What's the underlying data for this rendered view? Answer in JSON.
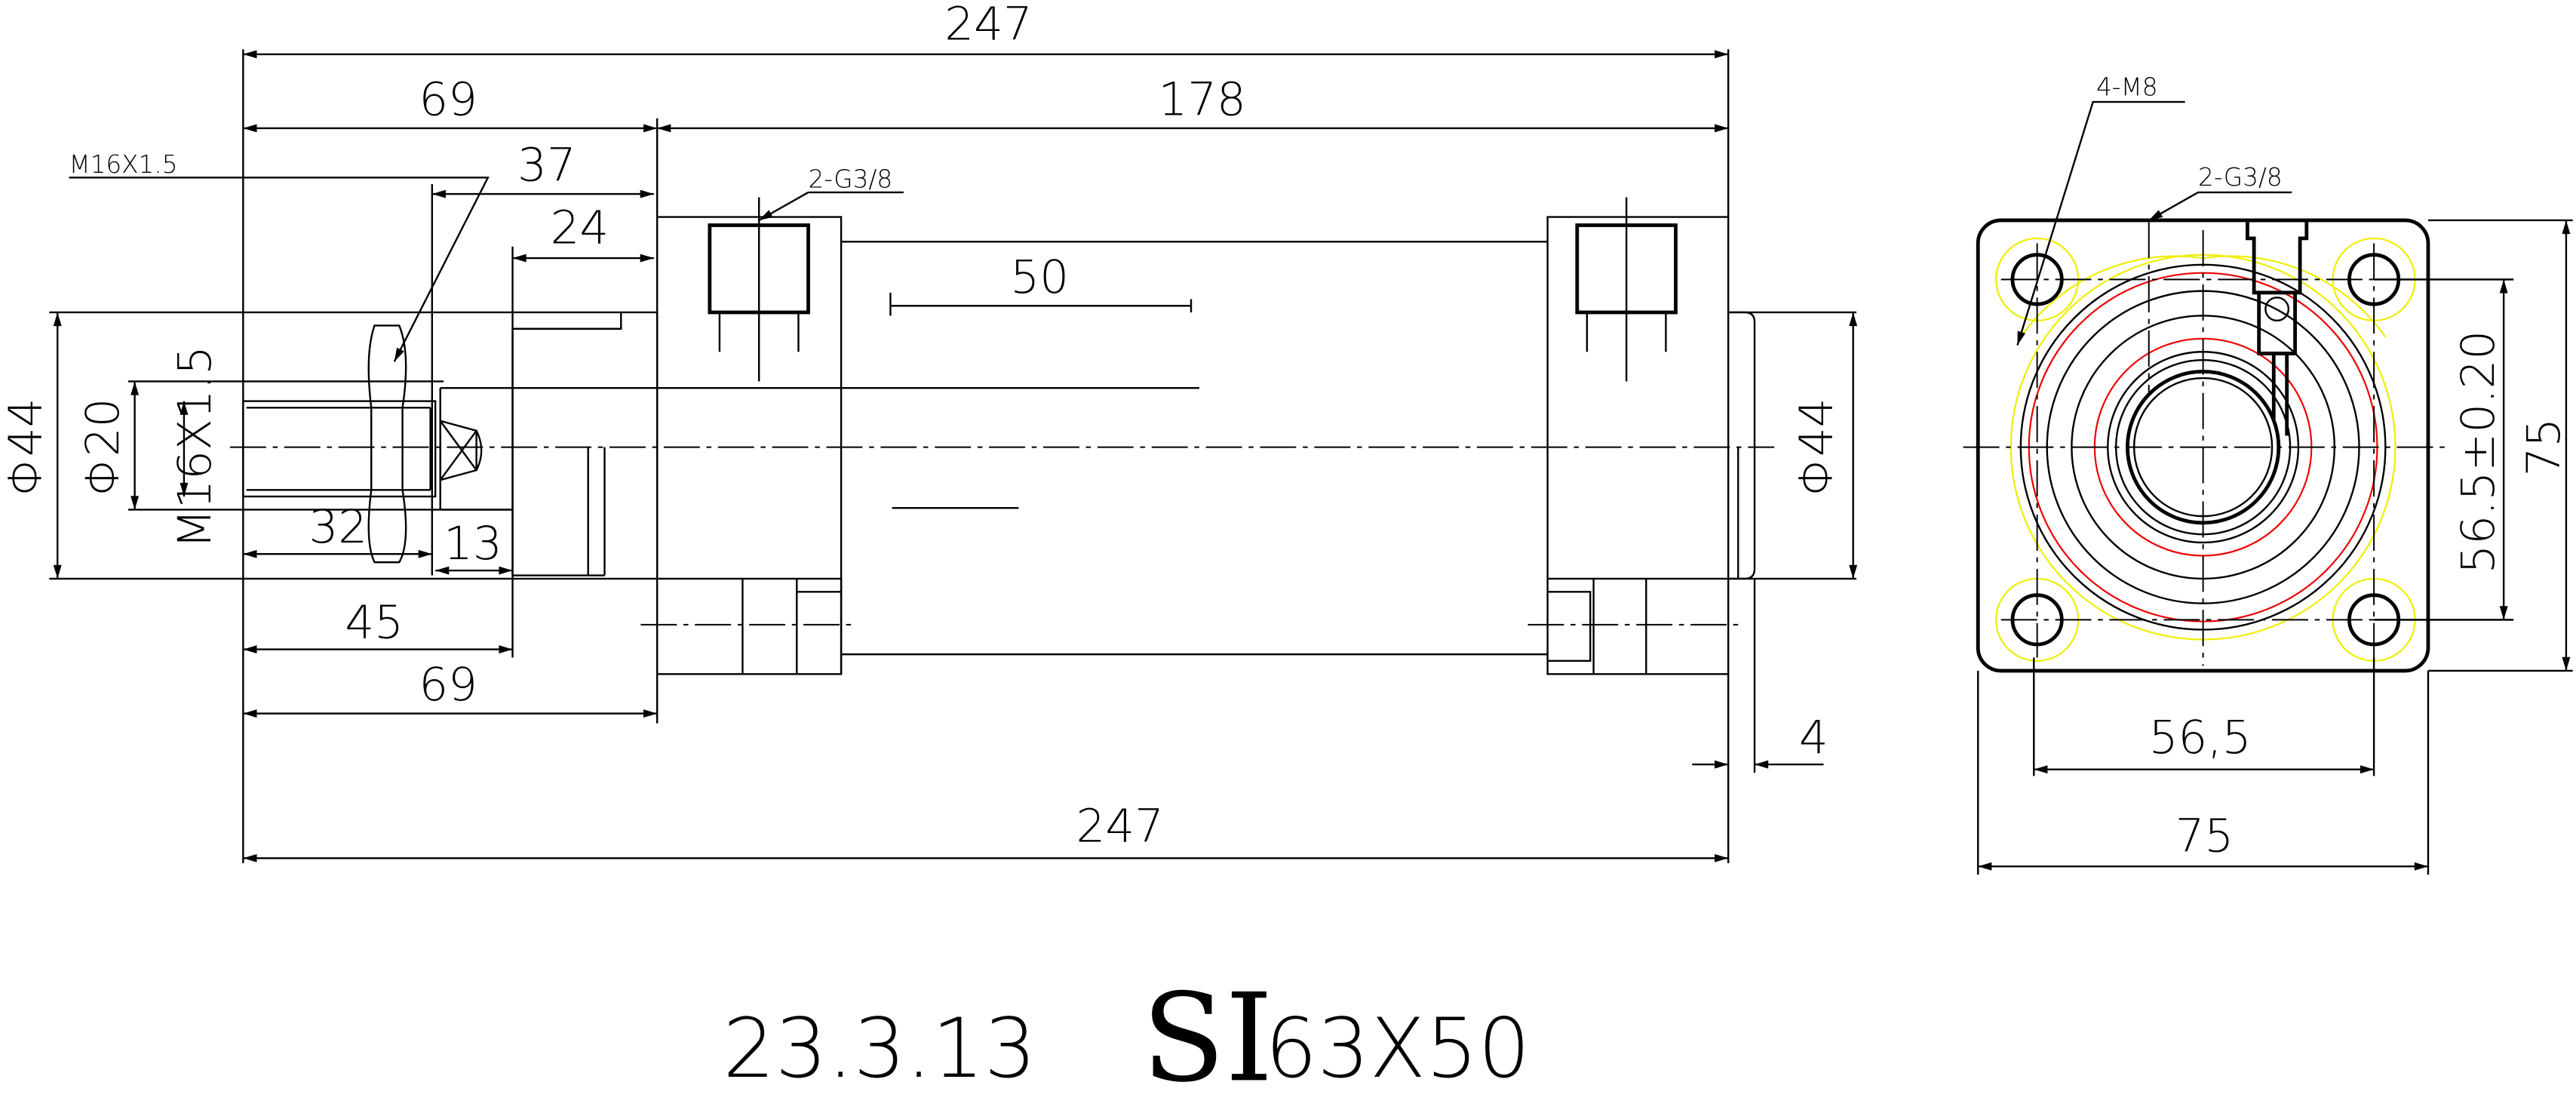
{
  "drawing": {
    "colors": {
      "line": "#000000",
      "red": "#ee0000",
      "yellow": "#eeee00"
    },
    "front_view": {
      "overall_length_top": "247",
      "overall_length_bottom": "247",
      "cover_length_top": "69",
      "cover_length_bottom": "69",
      "body_length": "178",
      "rod_to_cover_37": "37",
      "rod_to_cover_24": "24",
      "stroke": "50",
      "thread_length": "32",
      "nut_gap": "13",
      "rod_extension": "45",
      "boss": "4",
      "dia_left": "Φ44",
      "dia_rod": "Φ20",
      "thread_vertical": "M16X1.5",
      "thread_callout": "M16X1.5",
      "port_callout": "2-G3/8"
    },
    "end_view": {
      "bolt_callout": "4-M8",
      "port_callout": "2-G3/8",
      "bolt_spacing_h": "56,5",
      "bolt_spacing_v": "56.5±0.20",
      "width": "75",
      "height": "75"
    },
    "title_block": {
      "date": "23.3.13",
      "series": "SI",
      "size": "63X50"
    }
  }
}
